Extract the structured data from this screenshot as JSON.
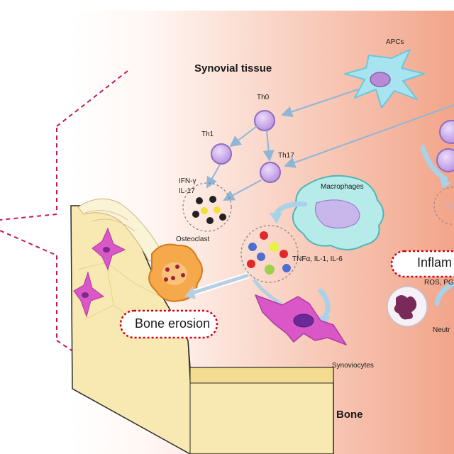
{
  "labels": {
    "synovial_tissue": "Synovial tissue",
    "apcs": "APCs",
    "th0": "Th0",
    "th1": "Th1",
    "th17": "Th17",
    "ifn": "IFN-γ",
    "il17": "IL-17",
    "macrophages": "Macrophages",
    "osteoclast": "Osteoclast",
    "cytokines": "TNFα, IL-1, IL-6",
    "inflammation": "Inflam",
    "ros": "ROS, PG",
    "neutrophils": "Neutr",
    "bone_erosion": "Bone erosion",
    "synoviocytes": "Synoviocytes",
    "bone": "Bone"
  },
  "colors": {
    "gradient_start": "#fff7f3",
    "gradient_end": "#f2a58a",
    "t_cell": "#c8a6e6",
    "apc": "#a7e4ef",
    "macrophage": "#b7ebe9",
    "synoviocyte": "#d957c6",
    "osteoclast": "#f5a94a",
    "bone": "#f8e9b2",
    "dotted_highlight": "#d0021b",
    "arrow": "#8fb6d6"
  }
}
